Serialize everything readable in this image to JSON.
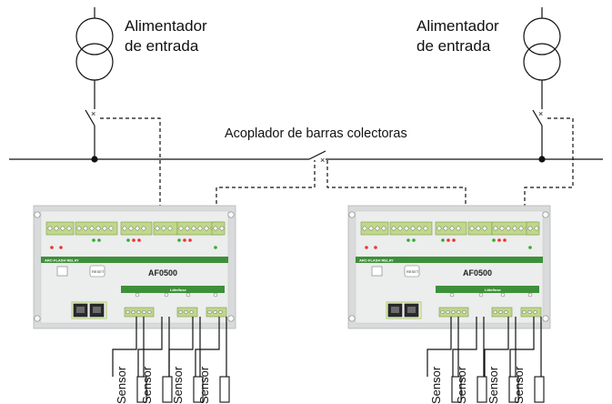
{
  "feeders": [
    {
      "label_line1": "Alimentador",
      "label_line2": "de entrada"
    },
    {
      "label_line1": "Alimentador",
      "label_line2": "de entrada"
    }
  ],
  "busbar": {
    "label": "Acoplador de barras colectoras"
  },
  "relays": [
    {
      "model": "AF0500",
      "banner": "ARC-FLASH RELAY",
      "reset_label": "RESET",
      "brand": "Littelfuse"
    },
    {
      "model": "AF0500",
      "banner": "ARC-FLASH RELAY",
      "reset_label": "RESET",
      "brand": "Littelfuse"
    }
  ],
  "sensor_label": "Sensor",
  "colors": {
    "relay_body": "#d9dadb",
    "relay_panel": "#eceded",
    "terminal_green": "#bfd88a",
    "banner_green": "#3e8f3a",
    "line": "#111111"
  }
}
